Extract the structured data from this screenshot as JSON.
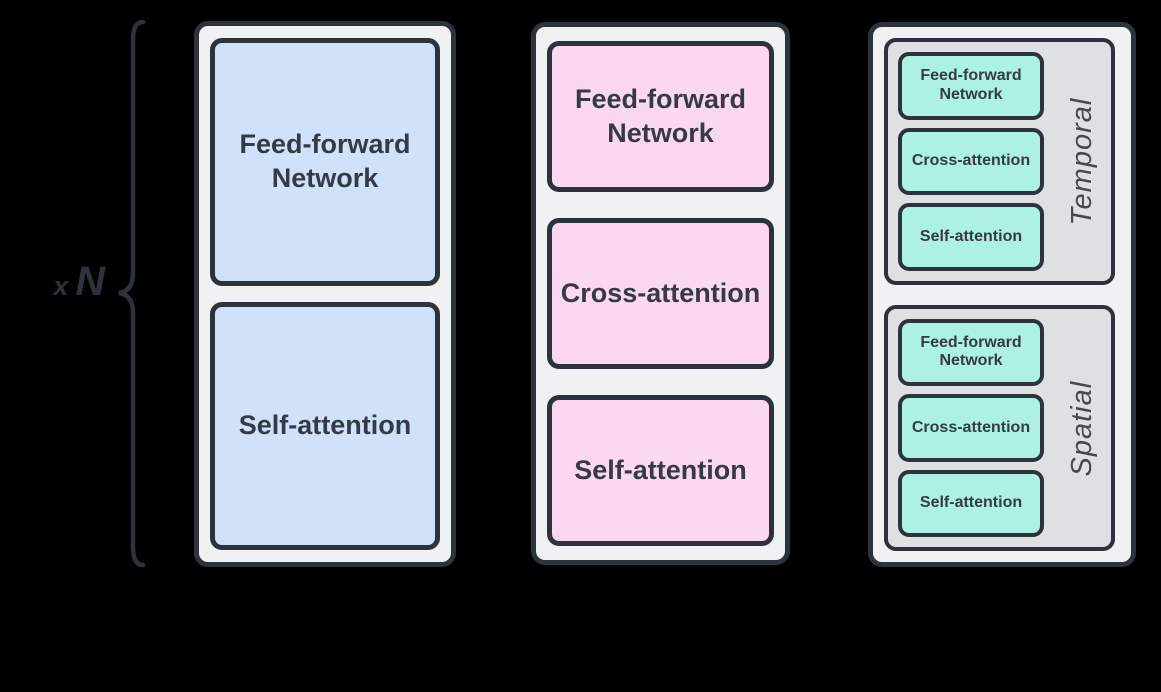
{
  "multiplier": {
    "x": "x",
    "n": "N"
  },
  "col_spatial_only": {
    "blocks": [
      "Feed-forward Network",
      "Self-attention"
    ]
  },
  "col_cross_frame": {
    "blocks": [
      "Feed-forward Network",
      "Cross-attention",
      "Self-attention"
    ]
  },
  "col_factorised": {
    "groups": [
      {
        "label": "Temporal",
        "blocks": [
          "Feed-forward Network",
          "Cross-attention",
          "Self-attention"
        ]
      },
      {
        "label": "Spatial",
        "blocks": [
          "Feed-forward Network",
          "Cross-attention",
          "Self-attention"
        ]
      }
    ]
  },
  "colors": {
    "background": "#000000",
    "outline": "#2d333d",
    "container_fill": "#f0f1f2",
    "group_fill": "#dfe0e3",
    "block_blue": "#cfe2fa",
    "block_pink": "#fbd7f1",
    "block_teal": "#adf1e2",
    "block_text": "#343b46",
    "side_label_text": "#434a54"
  }
}
